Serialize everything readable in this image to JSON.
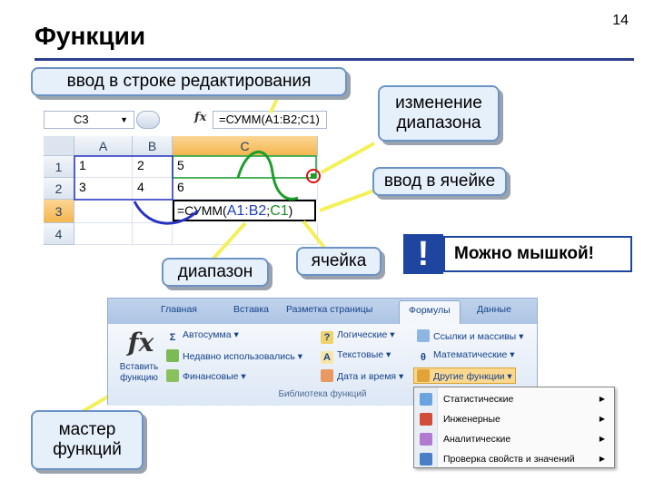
{
  "slide": {
    "title": "Функции",
    "number": "14"
  },
  "callouts": {
    "edit_bar": "ввод в строке редактирования",
    "range_change": "изменение диапазона",
    "cell_entry": "ввод в ячейке",
    "range": "диапазон",
    "cell": "ячейка",
    "wizard": "мастер функций"
  },
  "note": {
    "mark": "!",
    "text": "Можно мышкой!"
  },
  "excel": {
    "name_box": "C3",
    "fx_label": "fx",
    "formula": "=СУММ(A1:B2;C1)",
    "columns": [
      "A",
      "B",
      "C"
    ],
    "rows": [
      "1",
      "2",
      "3",
      "4"
    ],
    "cells": [
      [
        "1",
        "2",
        "5"
      ],
      [
        "3",
        "4",
        "6"
      ],
      [
        "",
        "",
        ""
      ],
      [
        "",
        "",
        ""
      ]
    ],
    "formula_cell": {
      "prefix": "=СУММ(",
      "ref_a": "A1:B2",
      "sep": ";",
      "ref_c": "C1",
      "suffix": ")"
    }
  },
  "ribbon": {
    "tabs": [
      "Главная",
      "Вставка",
      "Разметка страницы",
      "Формулы",
      "Данные"
    ],
    "active_tab": "Формулы",
    "insert_fn": "Вставить функцию",
    "col1": [
      "Автосумма",
      "Недавно использовались",
      "Финансовые"
    ],
    "col2": [
      "Логические",
      "Текстовые",
      "Дата и время"
    ],
    "col3": [
      "Ссылки и массивы",
      "Математические",
      "Другие функции"
    ],
    "group_label": "Библиотека функций"
  },
  "dropdown": [
    "Статистические",
    "Инженерные",
    "Аналитические",
    "Проверка свойств и значений"
  ],
  "colors": {
    "accent": "#1e46a0",
    "callout_bg": "#e6f0fb",
    "arrow": "#f4f05a",
    "range_blue": "#2633c2",
    "range_green": "#1b9e2b"
  }
}
